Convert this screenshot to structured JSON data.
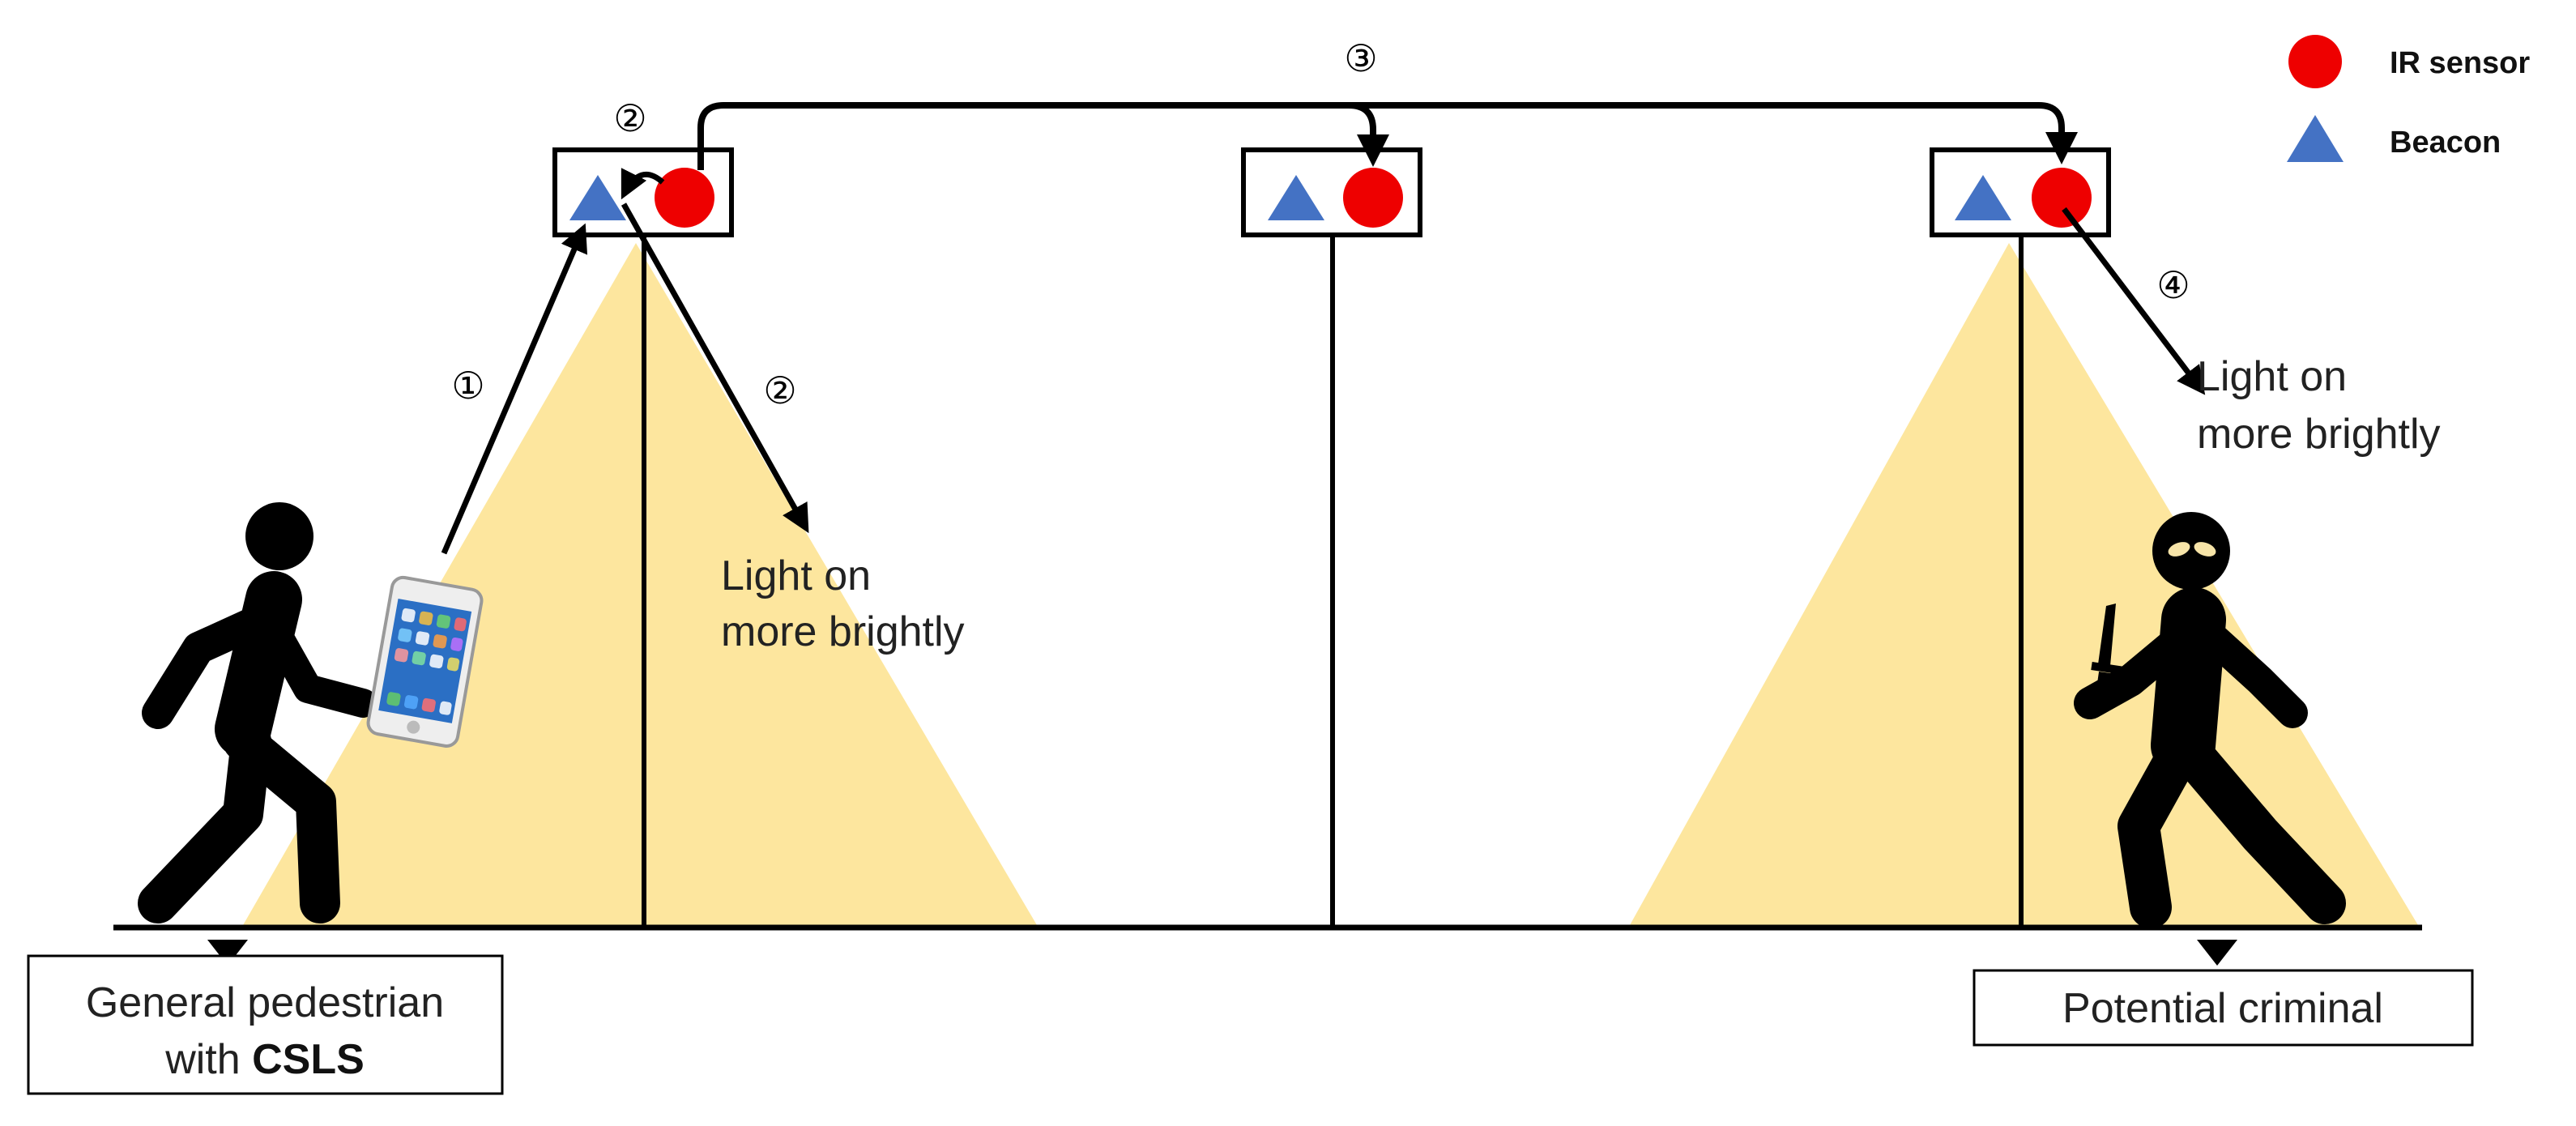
{
  "colors": {
    "ir_sensor": "#ee0000",
    "beacon": "#4472c4",
    "light_cone": "#fde69e",
    "line": "#000000"
  },
  "legend": {
    "ir_sensor_label": "IR sensor",
    "beacon_label": "Beacon"
  },
  "steps": {
    "step1": "①",
    "step2_top": "②",
    "step2_right": "②",
    "step3": "③",
    "step4": "④"
  },
  "annotations": {
    "light_left_line1": "Light on",
    "light_left_line2": "more brightly",
    "light_right_line1": "Light on",
    "light_right_line2": "more brightly"
  },
  "labels": {
    "pedestrian_line1": "General pedestrian",
    "pedestrian_line2_prefix": "with ",
    "pedestrian_line2_bold": "CSLS",
    "criminal": "Potential criminal"
  },
  "icons": {
    "pedestrian": "walking-person-icon",
    "phone": "smartphone-icon",
    "criminal": "masked-person-with-knife-icon"
  }
}
